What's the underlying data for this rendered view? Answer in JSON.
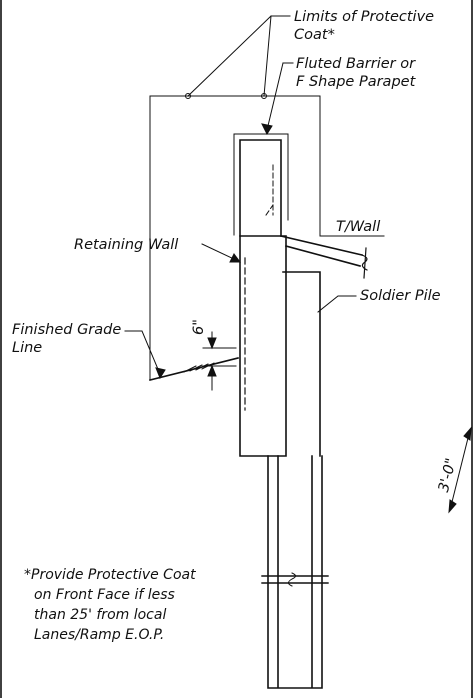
{
  "labels": {
    "limits_line1": "Limits of Protective",
    "limits_line2": "Coat*",
    "barrier_line1": "Fluted Barrier or",
    "barrier_line2": "F Shape Parapet",
    "t_wall": "T/Wall",
    "retaining_wall": "Retaining Wall",
    "soldier_pile": "Soldier Pile",
    "finished_grade_line1": "Finished Grade",
    "finished_grade_line2": "Line",
    "dim_six_inch": "6\"",
    "dim_three_foot": "3'-0\""
  },
  "note": [
    "*Provide Protective Coat",
    "on Front Face if less",
    "than 25' from local",
    "Lanes/Ramp E.O.P."
  ],
  "colors": {
    "ink": "#111111",
    "background": "#ffffff"
  }
}
